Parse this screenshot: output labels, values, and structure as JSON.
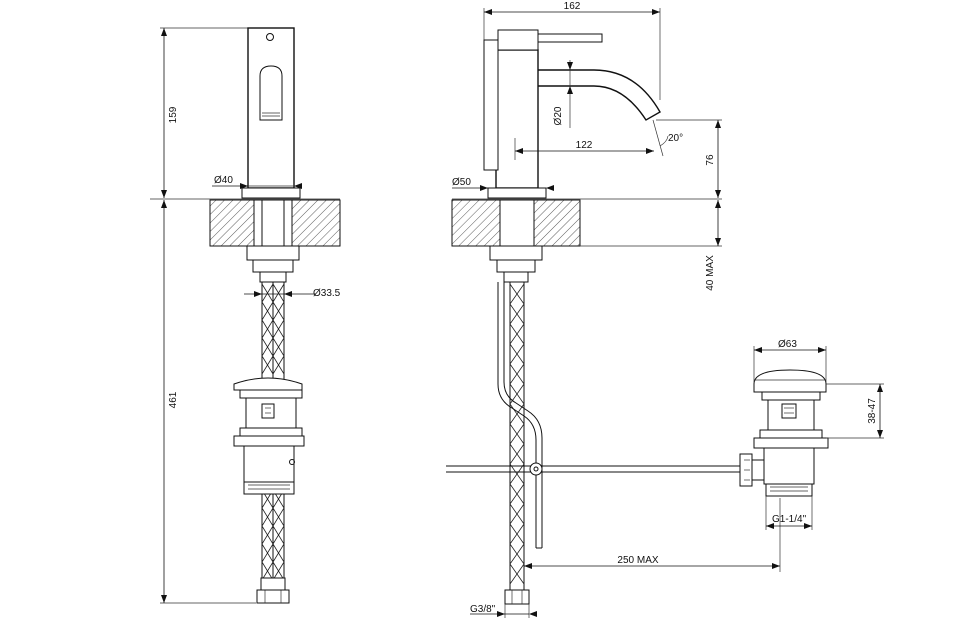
{
  "front_view": {
    "height_top": "159",
    "spout_diameter": "Ø40",
    "hose_diameter": "Ø33.5",
    "total_height": "461"
  },
  "side_view": {
    "width": "162",
    "spout_pipe_diameter": "Ø20",
    "base_diameter": "Ø50",
    "reach": "122",
    "angle": "20°",
    "spout_height": "76",
    "deck_thickness": "40 MAX",
    "drain_cap_diameter": "Ø63",
    "drain_height": "38-47",
    "drain_thread": "G1-1/4\"",
    "rod_length": "250 MAX",
    "inlet_thread": "G3/8\""
  }
}
